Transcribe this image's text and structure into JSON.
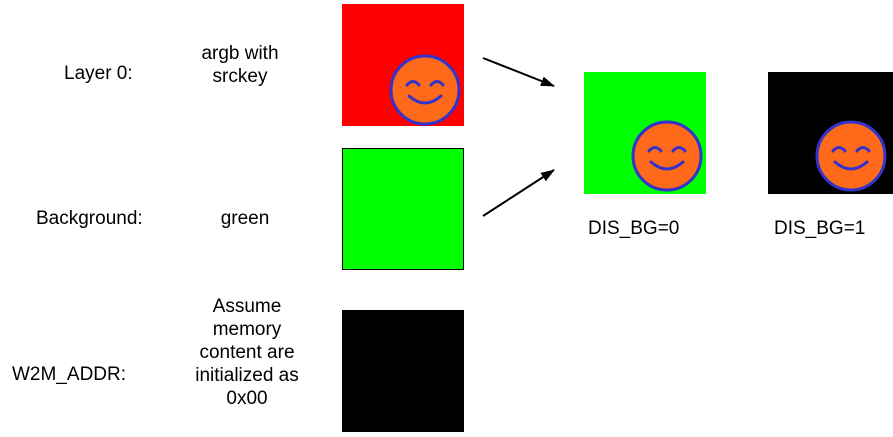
{
  "rows": [
    {
      "label": "Layer 0:",
      "description": "argb with\nsrckey",
      "box_color": "#ff0000",
      "has_smiley": true
    },
    {
      "label": "Background:",
      "description": "green",
      "box_color": "#00ff00",
      "has_smiley": false
    },
    {
      "label": "W2M_ADDR:",
      "description": "Assume\nmemory\ncontent are\ninitialized as\n0x00",
      "box_color": "#000000",
      "has_smiley": false
    }
  ],
  "results": [
    {
      "caption": "DIS_BG=0",
      "box_color": "#00ff00"
    },
    {
      "caption": "DIS_BG=1",
      "box_color": "#000000"
    }
  ],
  "smiley": {
    "face_color": "#ff6a1a",
    "outline_color": "#3333cc"
  },
  "arrow_color": "#000000"
}
